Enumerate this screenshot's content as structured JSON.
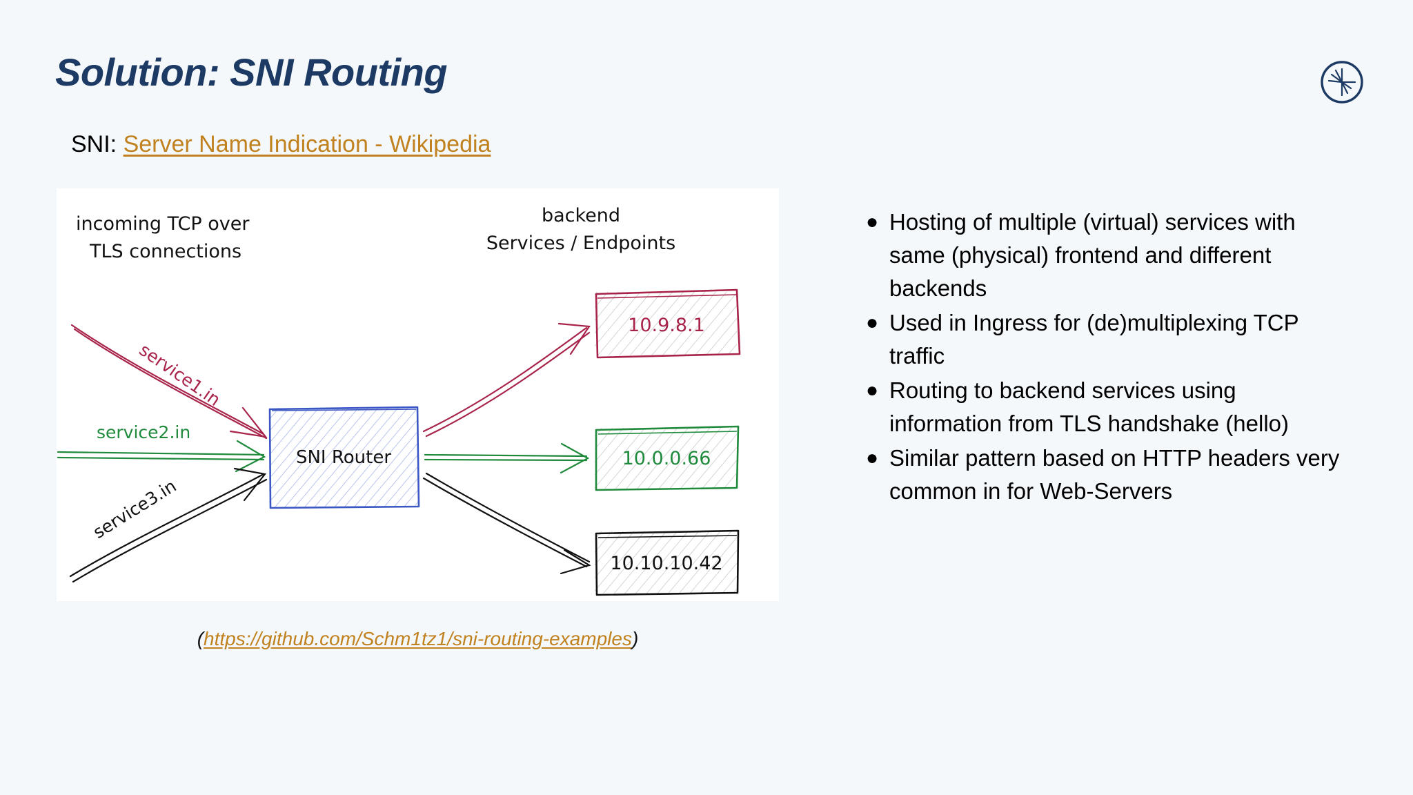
{
  "slide": {
    "title": "Solution: SNI Routing",
    "background_color": "#f4f8fb",
    "title_color": "#1c3a63",
    "link_color": "#c0811e"
  },
  "logo": {
    "name": "confluent-logo",
    "color": "#1c3a63"
  },
  "sni_line": {
    "prefix": "SNI: ",
    "link_text": "Server Name Indication - Wikipedia"
  },
  "diagram": {
    "labels": {
      "incoming_line1": "incoming TCP over",
      "incoming_line2": "TLS connections",
      "backend_line1": "backend",
      "backend_line2": "Services / Endpoints",
      "router": "SNI Router"
    },
    "inputs": [
      {
        "label": "service1.in",
        "color": "#a8234a"
      },
      {
        "label": "service2.in",
        "color": "#1f8a3c"
      },
      {
        "label": "service3.in",
        "color": "#111111"
      }
    ],
    "backends": [
      {
        "label": "10.9.8.1",
        "color": "#a8234a"
      },
      {
        "label": "10.0.0.66",
        "color": "#1f8a3c"
      },
      {
        "label": "10.10.10.42",
        "color": "#111111"
      }
    ],
    "router_color": "#3b57c4"
  },
  "caption": {
    "open_paren": "(",
    "link_text": "https://github.com/Schm1tz1/sni-routing-examples",
    "close_paren": ")"
  },
  "bullets": {
    "marker": "●",
    "items": [
      "Hosting of multiple (virtual) services with same (physical) frontend and different backends",
      "Used in Ingress for (de)multiplexing TCP traffic",
      "Routing to backend services using information from TLS handshake (hello)",
      "Similar pattern based on HTTP headers very common in for Web-Servers"
    ]
  }
}
